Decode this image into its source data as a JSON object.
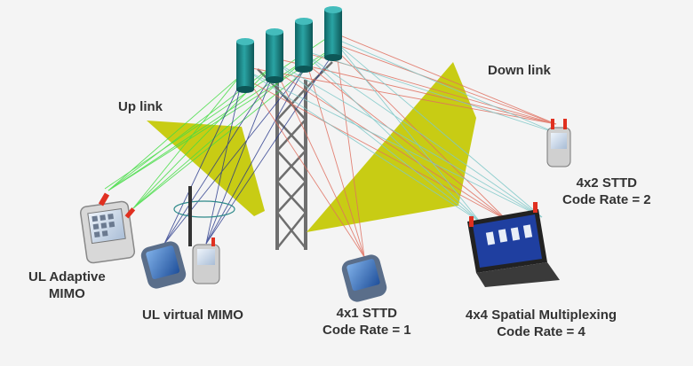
{
  "labels": {
    "up_link": "Up link",
    "down_link": "Down link",
    "stbc_4x2": {
      "line1": "4x2 STTD",
      "line2": "Code Rate = 2"
    },
    "ul_adaptive": {
      "line1": "UL Adaptive",
      "line2": "MIMO"
    },
    "ul_virtual": "UL virtual MIMO",
    "stbc_4x1": {
      "line1": "4x1 STTD",
      "line2": "Code Rate = 1"
    },
    "sm_4x4": {
      "line1": "4x4 Spatial Multiplexing",
      "line2": "Code Rate = 4"
    }
  },
  "colors": {
    "background": "#f4f4f4",
    "beam": "#c8cc14",
    "antenna": "#1f8a8a",
    "tower": "#6e6e6e",
    "uplink_ray_green": "#44dd44",
    "uplink_ray_blue": "#223388",
    "downlink_ray_red": "#e07060",
    "downlink_ray_cyan": "#7ec8c8"
  },
  "icons": [
    "antenna-icon",
    "pda-icon",
    "phone-icon",
    "laptop-icon"
  ]
}
